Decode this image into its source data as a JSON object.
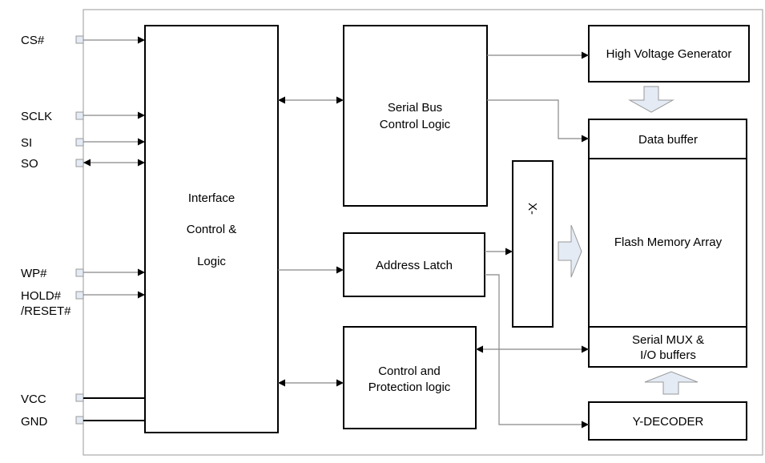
{
  "pins": {
    "cs": "CS#",
    "sclk": "SCLK",
    "si": "SI",
    "so": "SO",
    "wp": "WP#",
    "hold": "HOLD#",
    "reset": "/RESET#",
    "vcc": "VCC",
    "gnd": "GND"
  },
  "blocks": {
    "interface": [
      "Interface",
      "Control &",
      "Logic"
    ],
    "serial_bus": [
      "Serial Bus",
      "Control Logic"
    ],
    "address_latch": "Address Latch",
    "control_protection": [
      "Control and",
      "Protection logic"
    ],
    "x_decoder": "X-",
    "high_voltage": "High Voltage Generator",
    "data_buffer": "Data buffer",
    "flash_array": "Flash Memory Array",
    "serial_mux": [
      "Serial MUX &",
      "I/O buffers"
    ],
    "y_decoder": "Y-DECODER"
  },
  "colors": {
    "pin_fill": "#e4ebf5",
    "wire": "#888888"
  }
}
